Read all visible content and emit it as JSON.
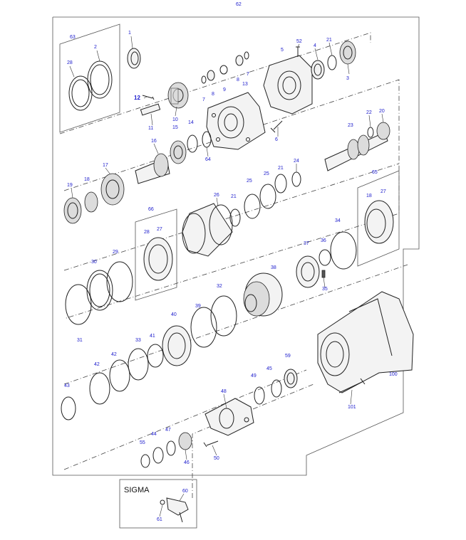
{
  "diagram": {
    "page_number": "62",
    "inset_title": "SIGMA",
    "callouts": {
      "c1": "1",
      "c2": "2",
      "c3": "3",
      "c4": "4",
      "c5": "5",
      "c6": "6",
      "c7a": "7",
      "c7b": "7",
      "c8a": "8",
      "c8b": "8",
      "c9": "9",
      "c10": "10",
      "c11": "11",
      "c12": "12",
      "c13": "13",
      "c14": "14",
      "c15": "15",
      "c16": "16",
      "c17": "17",
      "c18a": "18",
      "c18b": "18",
      "c19": "19",
      "c20": "20",
      "c21a": "21",
      "c21b": "21",
      "c21c": "21",
      "c22": "22",
      "c23": "23",
      "c24": "24",
      "c25a": "25",
      "c25b": "25",
      "c26": "26",
      "c27a": "27",
      "c27b": "27",
      "c28a": "28",
      "c28b": "28",
      "c29": "29",
      "c30": "30",
      "c31": "31",
      "c32": "32",
      "c33": "33",
      "c34": "34",
      "c35": "35",
      "c36": "36",
      "c37": "37",
      "c38": "38",
      "c39": "39",
      "c40": "40",
      "c41": "41",
      "c42a": "42",
      "c42b": "42",
      "c43": "43",
      "c44": "44",
      "c45": "45",
      "c46": "46",
      "c47": "47",
      "c48": "48",
      "c49": "49",
      "c50": "50",
      "c52": "52",
      "c55": "55",
      "c59": "59",
      "c60": "60",
      "c61": "61",
      "c63": "63",
      "c64": "64",
      "c65": "65",
      "c66": "66",
      "c100": "100",
      "c101": "101"
    }
  }
}
